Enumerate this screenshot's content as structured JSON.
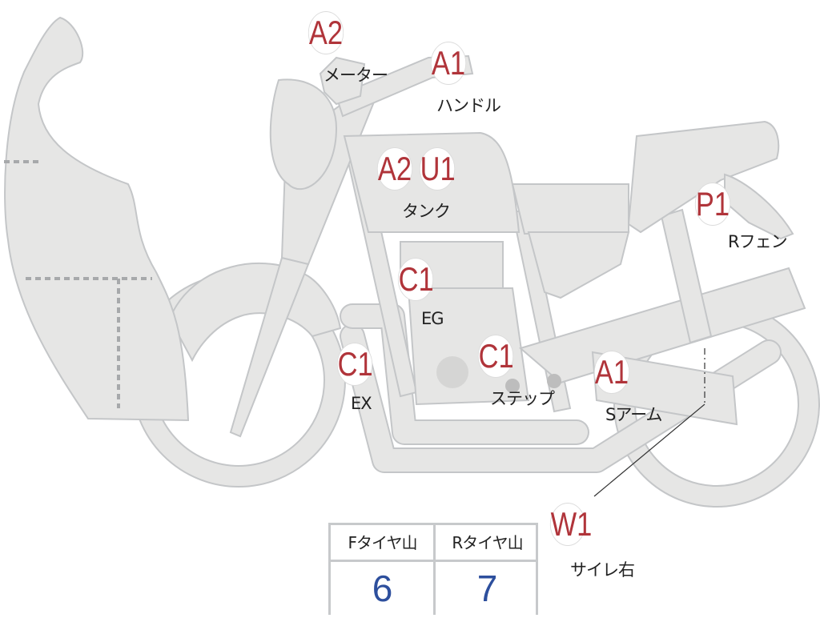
{
  "parts": [
    {
      "id": "meter",
      "code": "A2",
      "label": "メーター"
    },
    {
      "id": "handle",
      "code": "A1",
      "label": "ハンドル"
    },
    {
      "id": "tank",
      "codes": [
        "A2",
        "U1"
      ],
      "label": "タンク"
    },
    {
      "id": "rear-fender",
      "code": "P1",
      "label": "Rフェン"
    },
    {
      "id": "engine",
      "code": "C1",
      "label": "EG"
    },
    {
      "id": "exhaust",
      "code": "C1",
      "label": "EX"
    },
    {
      "id": "step",
      "code": "C1",
      "label": "ステップ"
    },
    {
      "id": "swing-arm",
      "code": "A1",
      "label": "Sアーム"
    },
    {
      "id": "silencer-right",
      "code": "W1",
      "label": "サイレ右"
    }
  ],
  "tread_table": {
    "headers": [
      "Fタイヤ山",
      "Rタイヤ山"
    ],
    "values": [
      "6",
      "7"
    ]
  },
  "colors": {
    "code": "#b0343a",
    "tread_value": "#2d4f9d",
    "part_fill": "#e6e6e5",
    "part_stroke": "#c4c6c8"
  }
}
